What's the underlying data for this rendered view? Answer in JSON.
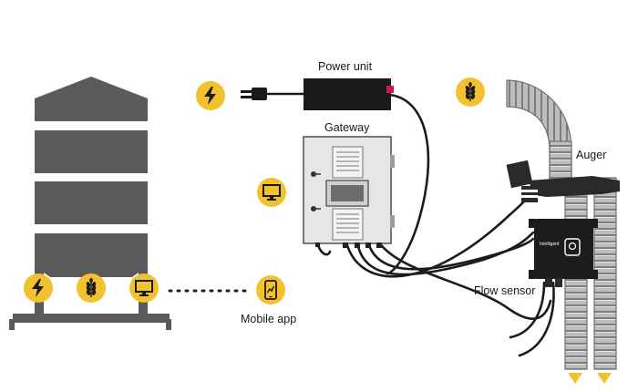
{
  "labels": {
    "power_unit": "Power unit",
    "gateway": "Gateway",
    "auger": "Auger",
    "flow_sensor": "Flow sensor",
    "mobile_app": "Mobile app",
    "sensor_brand": "Intelligent"
  },
  "icons": {
    "power": "lightning-bolt",
    "grain": "wheat-grain",
    "monitor": "computer-monitor",
    "phone": "smartphone-chart"
  },
  "colors": {
    "accent": "#f2c12e",
    "silo": "#5a5a5a",
    "device": "#1c1c1c",
    "gateway_body": "#e6e6e6",
    "auger_body": "#b9b9b9"
  }
}
